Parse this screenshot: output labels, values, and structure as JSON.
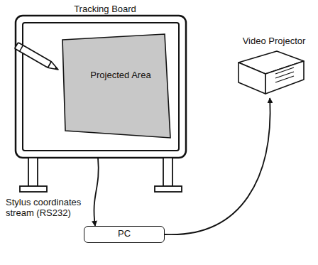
{
  "diagram": {
    "nodes": [
      {
        "text": [
          "Tracking Board"
        ]
      },
      {
        "text": [
          "Projected Area"
        ],
        "in": 0
      },
      {
        "text": [
          "Video Projector"
        ]
      },
      {
        "text": [
          "PC"
        ]
      }
    ],
    "edges": [
      {
        "from": 0,
        "to": 3,
        "label": "Stylus coordinates stream (RS232)",
        "arrow": "to"
      },
      {
        "from": 3,
        "to": 2,
        "arrow": "to"
      }
    ]
  }
}
